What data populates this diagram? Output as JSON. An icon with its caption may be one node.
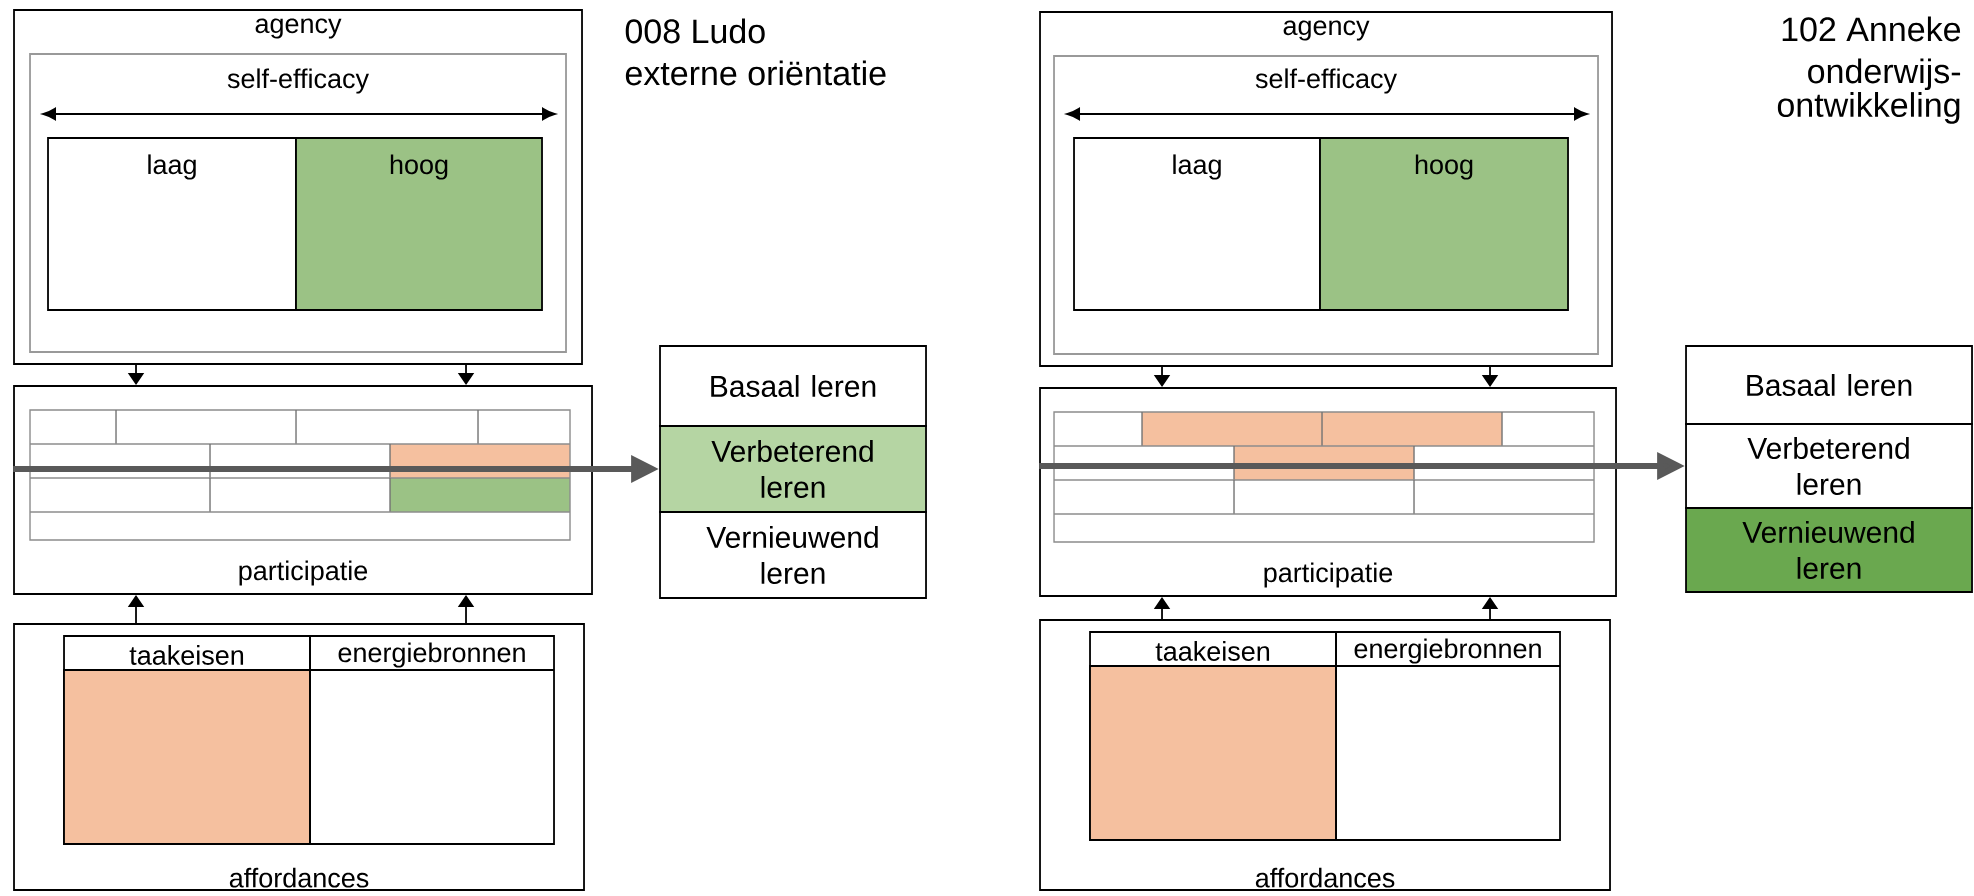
{
  "diagram": {
    "nodes": [
      {
        "text": [
          "agency"
        ]
      },
      {
        "text": [
          "self-efficacy"
        ],
        "in": 0
      },
      {
        "text": [
          "laag"
        ],
        "in": 1
      },
      {
        "text": [
          "hoog"
        ],
        "in": 1
      },
      {
        "text": [
          "participatie"
        ]
      },
      {
        "text": [
          "affordances"
        ]
      },
      {
        "text": [
          "taakeisen"
        ],
        "in": 5
      },
      {
        "text": [
          "energiebronnen"
        ],
        "in": 5
      },
      {
        "text": [
          "Basaal leren"
        ]
      },
      {
        "text": [
          "Verbeterend leren"
        ]
      },
      {
        "text": [
          "Vernieuwend leren"
        ]
      },
      {
        "text": [
          "agency"
        ]
      },
      {
        "text": [
          "self-efficacy"
        ],
        "in": 11
      },
      {
        "text": [
          "laag"
        ],
        "in": 12
      },
      {
        "text": [
          "hoog"
        ],
        "in": 12
      },
      {
        "text": [
          "participatie"
        ]
      },
      {
        "text": [
          "affordances"
        ]
      },
      {
        "text": [
          "taakeisen"
        ],
        "in": 16
      },
      {
        "text": [
          "energiebronnen"
        ],
        "in": 16
      },
      {
        "text": [
          "Basaal leren"
        ]
      },
      {
        "text": [
          "Verbeterend leren"
        ]
      },
      {
        "text": [
          "Vernieuwend leren"
        ]
      }
    ],
    "edges": [
      {
        "from": 0,
        "to": 4,
        "arrow": "to"
      },
      {
        "from": 0,
        "to": 4,
        "arrow": "to"
      },
      {
        "from": 5,
        "to": 4,
        "arrow": "to"
      },
      {
        "from": 5,
        "to": 4,
        "arrow": "to"
      },
      {
        "from": 4,
        "to": 9,
        "arrow": "to",
        "style": "thick",
        "color": "#595959"
      },
      {
        "from": 11,
        "to": 15,
        "arrow": "to"
      },
      {
        "from": 11,
        "to": 15,
        "arrow": "to"
      },
      {
        "from": 16,
        "to": 15,
        "arrow": "to"
      },
      {
        "from": 16,
        "to": 15,
        "arrow": "to"
      },
      {
        "from": 15,
        "to": 20,
        "arrow": "to",
        "style": "thick",
        "color": "#595959"
      }
    ],
    "labels": [
      "008 Ludo",
      "externe oriëntatie",
      "102 Anneke",
      "onderwijs-ontwikkeling"
    ]
  }
}
